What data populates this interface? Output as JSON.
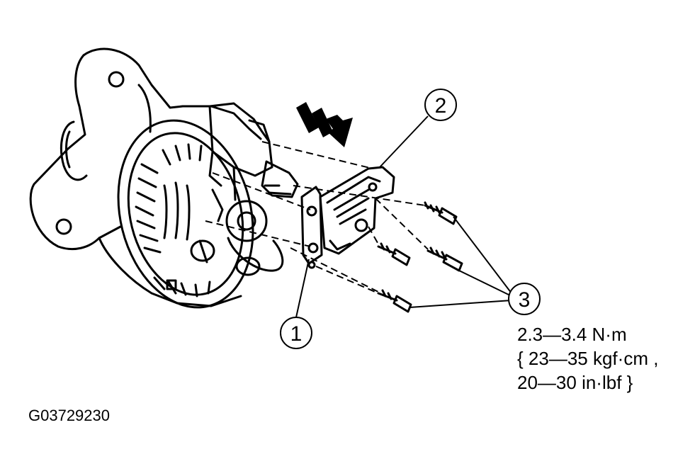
{
  "callouts": {
    "c1": "1",
    "c2": "2",
    "c3": "3"
  },
  "torque": {
    "line1": "2.3—3.4 N·m",
    "line2": "{ 23—35 kgf·cm ,",
    "line3": "20—30 in·lbf }"
  },
  "figure_id": "G03729230"
}
